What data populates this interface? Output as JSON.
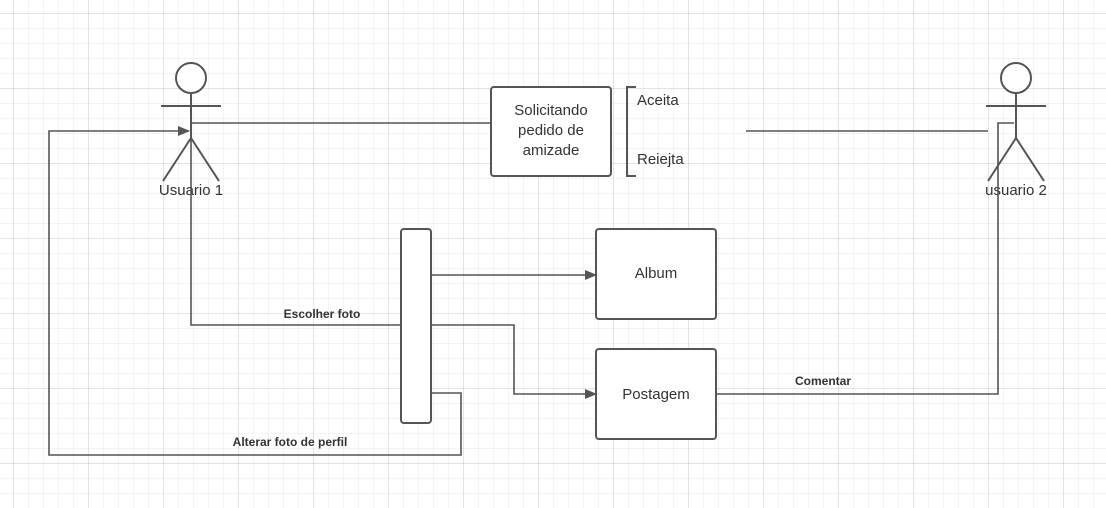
{
  "actors": {
    "user1": "Usuario 1",
    "user2": "usuario 2"
  },
  "nodes": {
    "friend_request": [
      "Solicitando",
      "pedido de",
      "amizade"
    ],
    "album": "Album",
    "post": "Postagem"
  },
  "request_outcomes": {
    "accept": "Aceita",
    "reject": "Reiejta"
  },
  "edges": {
    "choose_photo": "Escolher foto",
    "change_profile_photo": "Alterar foto de perfil",
    "comment": "Comentar"
  },
  "colors": {
    "stroke": "#555555",
    "text": "#333333",
    "background": "#ffffff"
  }
}
